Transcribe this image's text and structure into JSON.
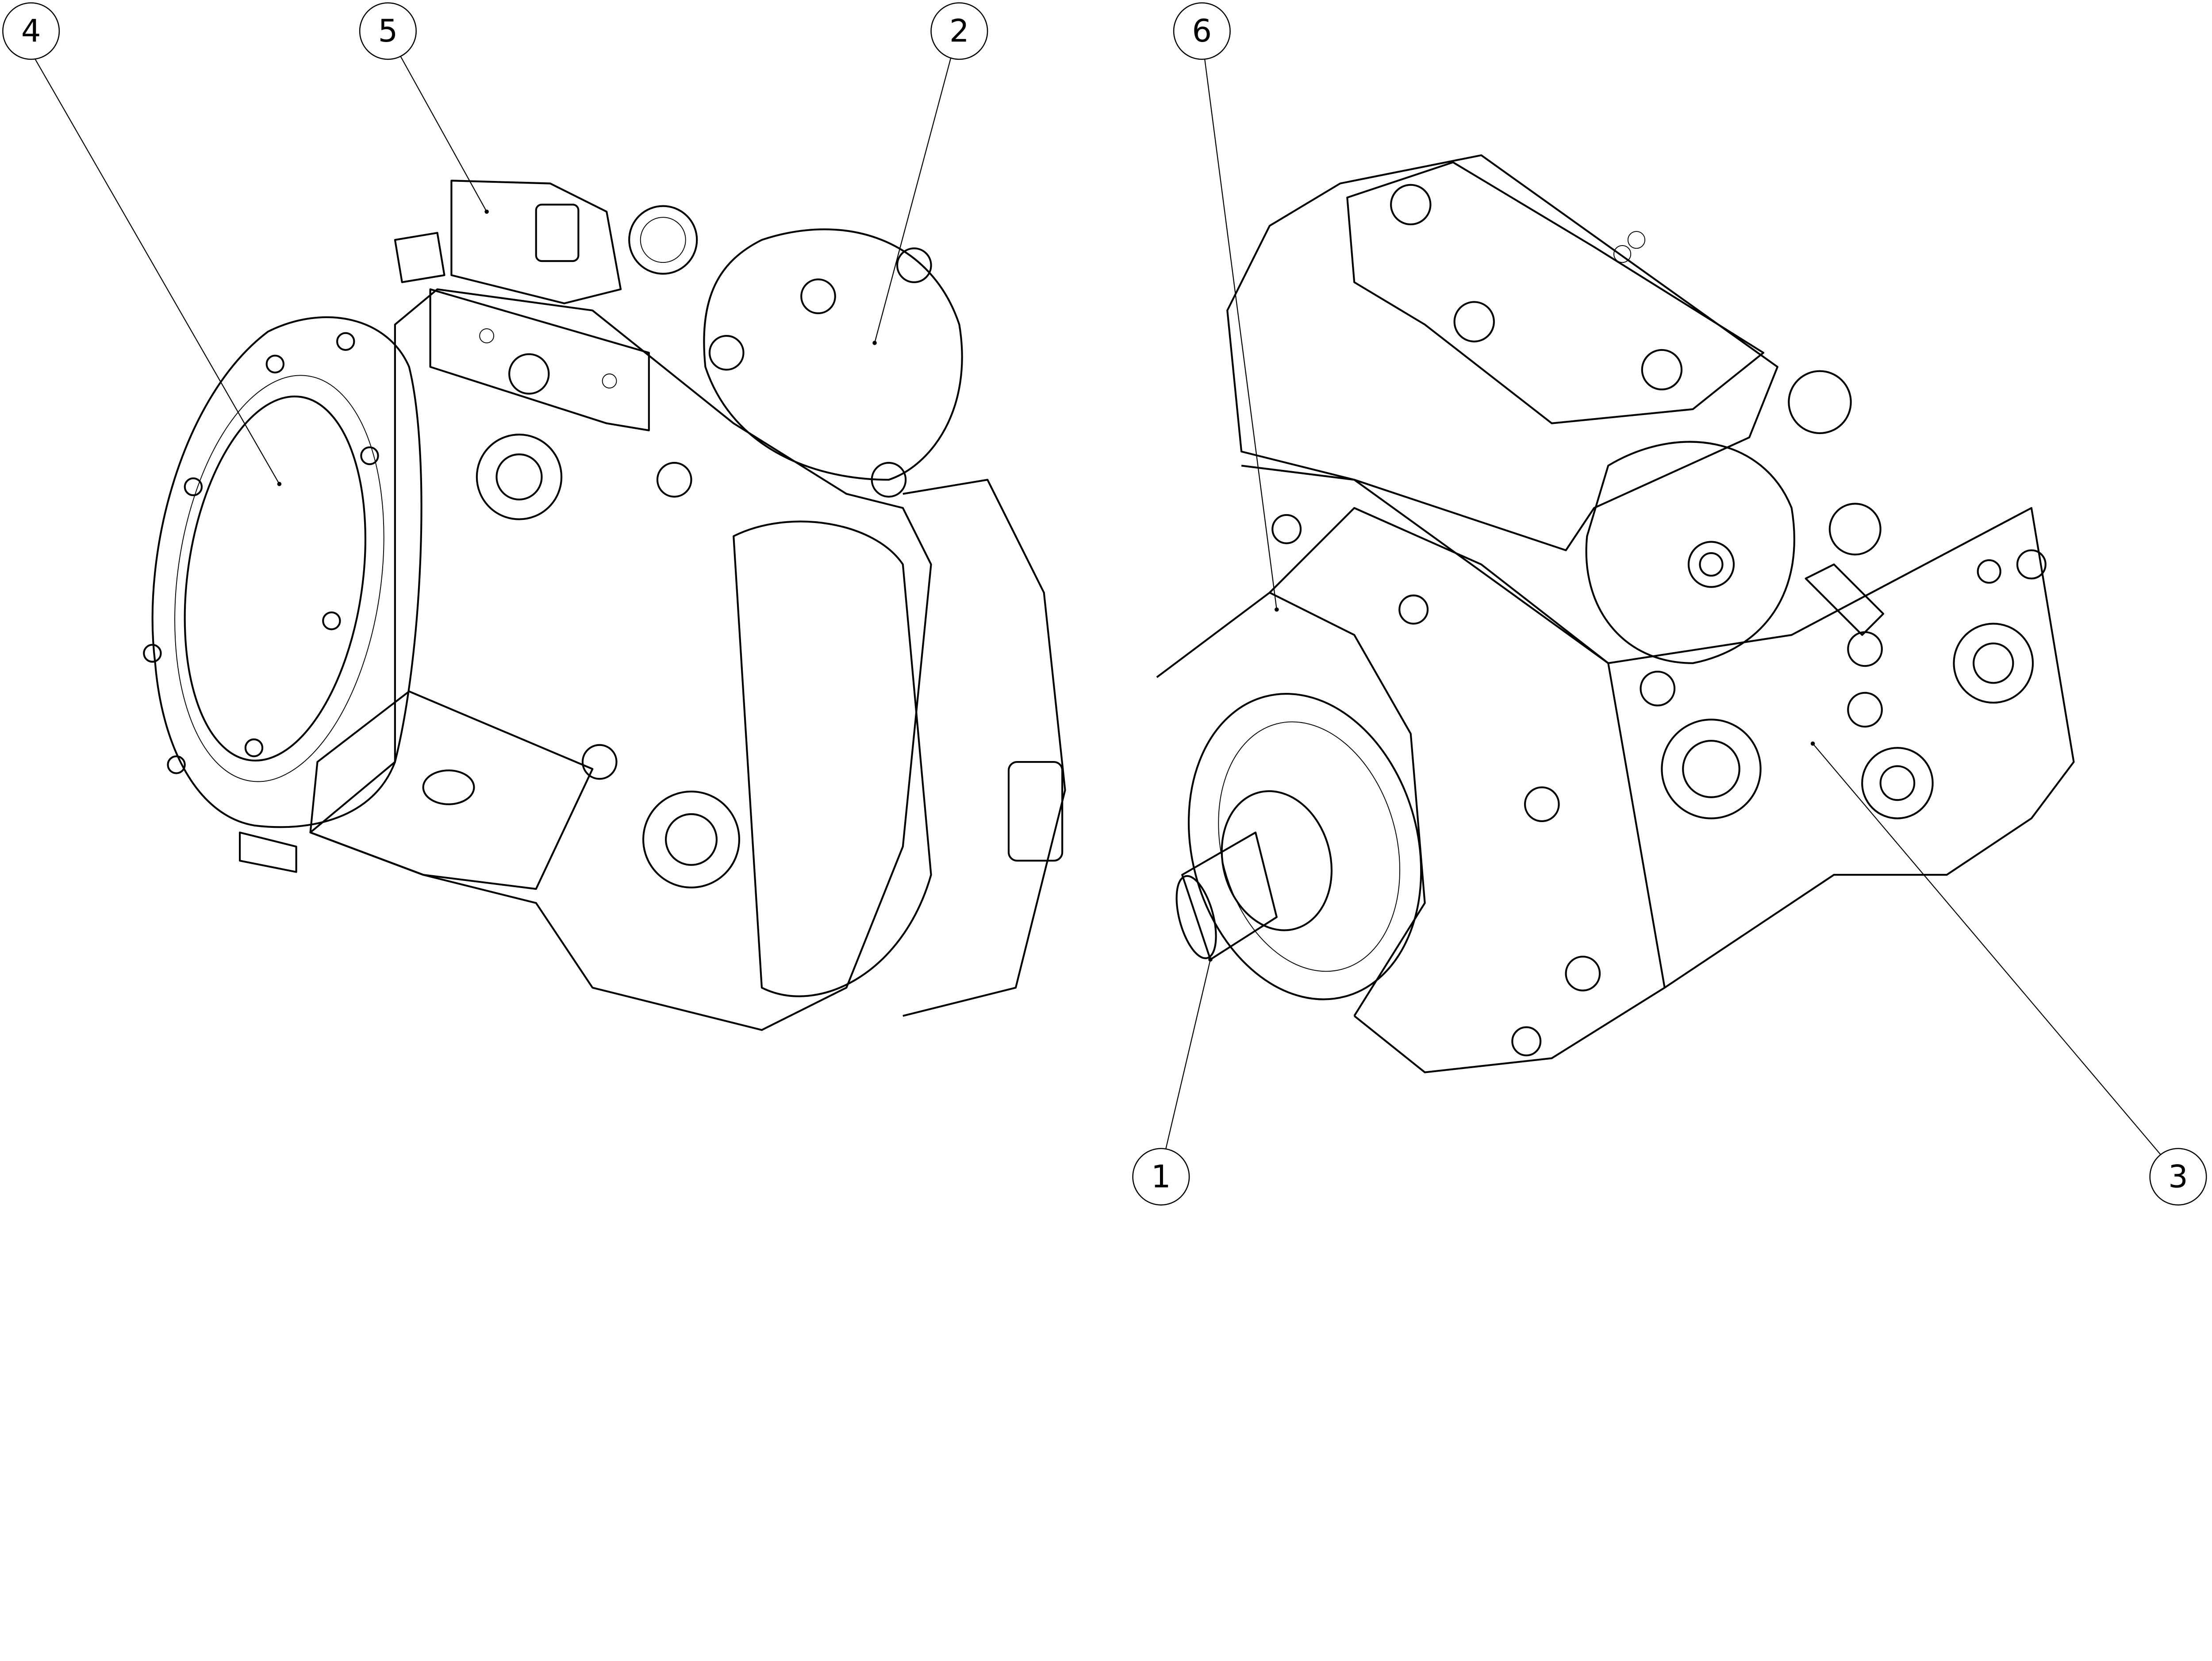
{
  "callouts": [
    {
      "id": "4",
      "label": "4"
    },
    {
      "id": "5",
      "label": "5"
    },
    {
      "id": "2",
      "label": "2"
    },
    {
      "id": "6",
      "label": "6"
    },
    {
      "id": "1",
      "label": "1"
    },
    {
      "id": "3",
      "label": "3"
    }
  ],
  "colors": {
    "line": "#000000",
    "background": "#ffffff"
  }
}
